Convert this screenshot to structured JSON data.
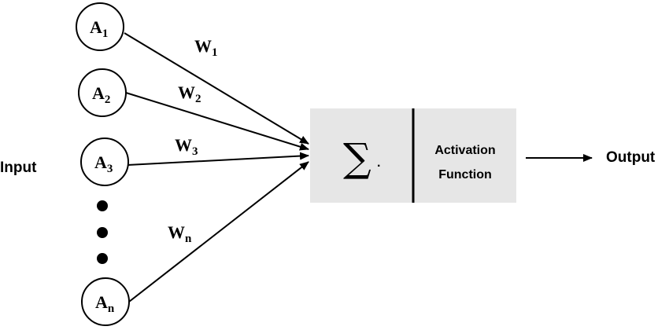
{
  "input_label": "Input",
  "output_label": "Output",
  "nodes": [
    {
      "base": "A",
      "sub": "1"
    },
    {
      "base": "A",
      "sub": "2"
    },
    {
      "base": "A",
      "sub": "3"
    },
    {
      "base": "A",
      "sub": "n"
    }
  ],
  "weights": [
    {
      "base": "W",
      "sub": "1"
    },
    {
      "base": "W",
      "sub": "2"
    },
    {
      "base": "W",
      "sub": "3"
    },
    {
      "base": "W",
      "sub": "n"
    }
  ],
  "summation_symbol": "∑",
  "summation_dot": ".",
  "activation": {
    "line1": "Activation",
    "line2": "Function"
  },
  "colors": {
    "box_fill": "#e6e6e6",
    "stroke": "#000000"
  }
}
